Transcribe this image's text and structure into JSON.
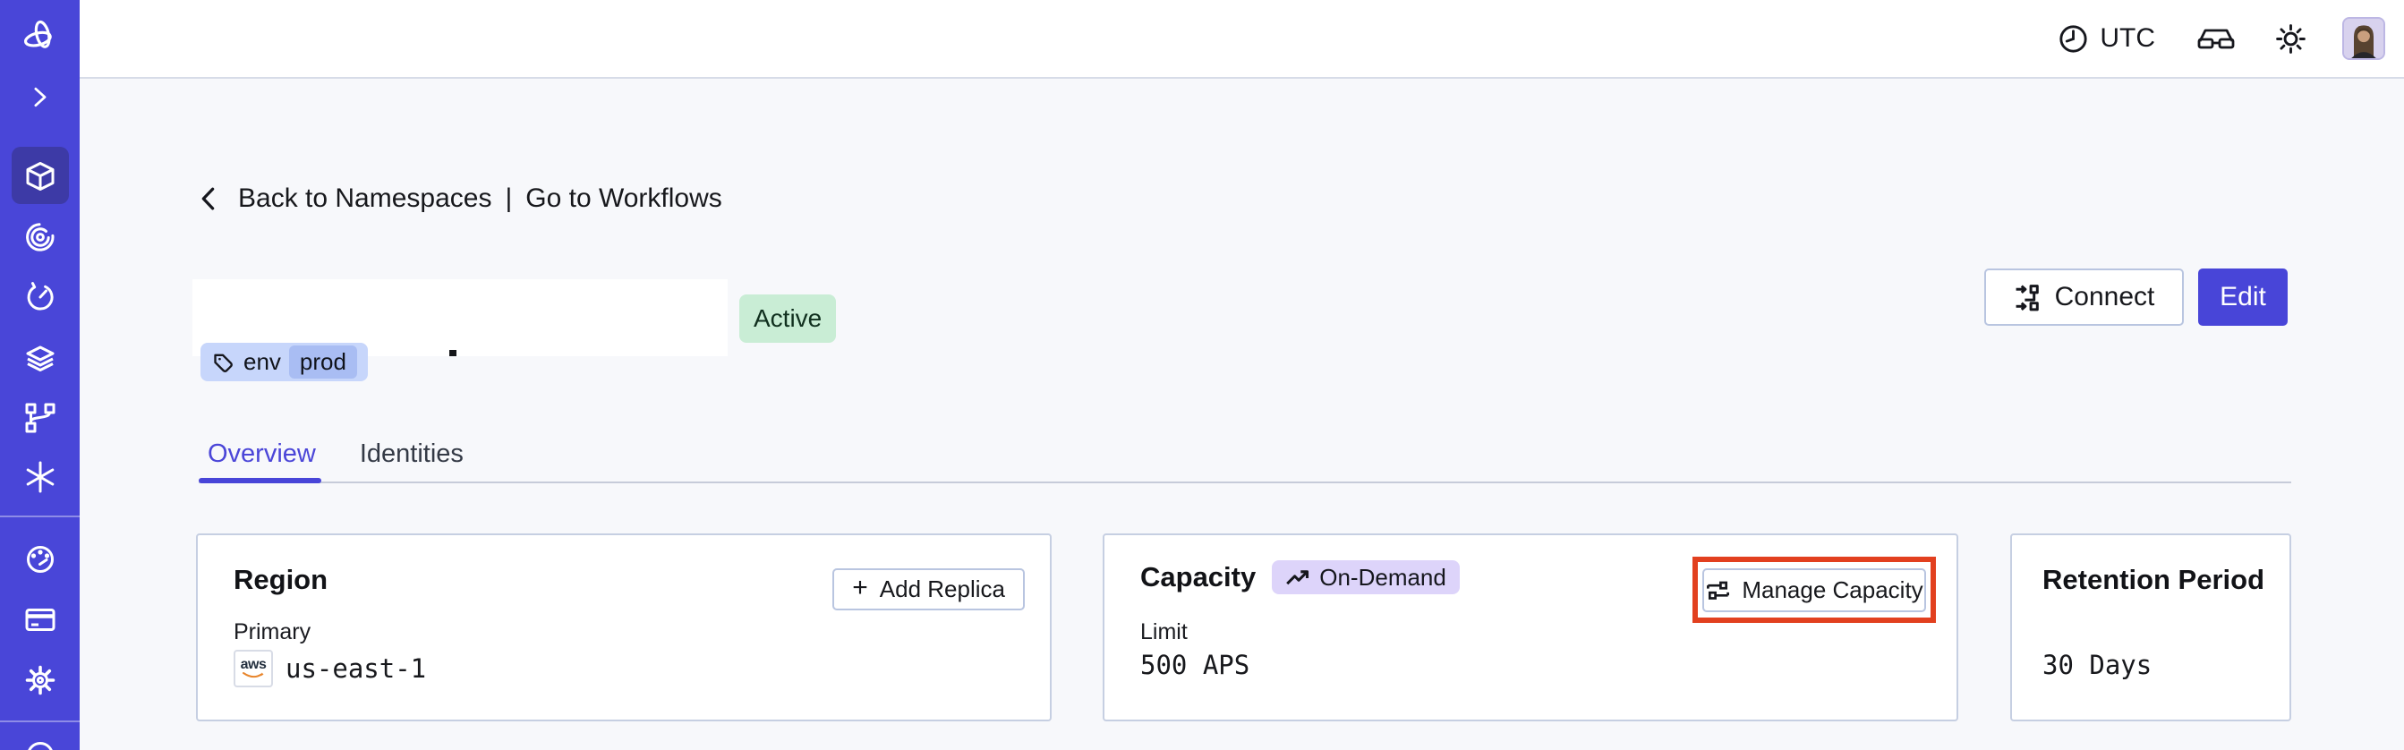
{
  "colors": {
    "sidebar": "#4946d8",
    "sidebar_active_item": "#3d3aa6",
    "accent_indigo": "#4845d8",
    "annotation_red": "#e2401f",
    "status_green_bg": "#c9edd5",
    "ondemand_purple_bg": "#ddd4fa",
    "tag_blue_bg": "#c7d6fb",
    "tag_chip_bg": "#a9bdf3",
    "content_bg": "#f7f8fb",
    "card_border": "#c6cfe2"
  },
  "topbar": {
    "timezone": "UTC",
    "icons": [
      "clock-icon",
      "glasses-icon",
      "brightness-icon",
      "avatar"
    ]
  },
  "sidebar": {
    "items": [
      {
        "name": "temporal-logo"
      },
      {
        "name": "expand-sidebar-chevron"
      },
      {
        "name": "namespaces-cube",
        "active": true
      },
      {
        "name": "workflows-spiral"
      },
      {
        "name": "schedules-clock"
      },
      {
        "name": "deployments-layers"
      },
      {
        "name": "task-queues-branch"
      },
      {
        "name": "nexus-asterisk"
      },
      {
        "name": "usage-gauge"
      },
      {
        "name": "billing-card"
      },
      {
        "name": "settings-gear"
      },
      {
        "name": "help-circle-partial"
      }
    ]
  },
  "breadcrumb": {
    "back_label": "Back to Namespaces",
    "separator": "|",
    "workflows_label": "Go to Workflows"
  },
  "namespace": {
    "status": "Active",
    "tag": {
      "key": "env",
      "value": "prod"
    }
  },
  "header_actions": {
    "connect_label": "Connect",
    "edit_label": "Edit"
  },
  "tabs": [
    {
      "label": "Overview",
      "active": true
    },
    {
      "label": "Identities",
      "active": false
    }
  ],
  "cards": {
    "region": {
      "title": "Region",
      "plus": "+",
      "add_replica_label": "Add Replica",
      "primary_label": "Primary",
      "provider_logo": "aws",
      "value": "us-east-1"
    },
    "capacity": {
      "title": "Capacity",
      "badge": "On-Demand",
      "manage_label": "Manage Capacity",
      "limit_label": "Limit",
      "value": "500 APS"
    },
    "retention": {
      "title": "Retention Period",
      "value": "30 Days"
    }
  }
}
